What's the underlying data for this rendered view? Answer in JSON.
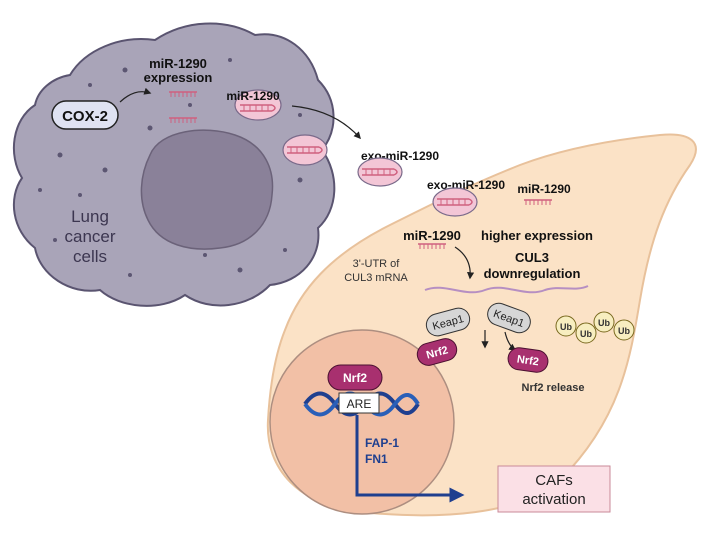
{
  "cancer_cell": {
    "label_line1": "Lung",
    "label_line2": "cancer",
    "label_line3": "cells",
    "cox2": "COX-2",
    "expression_line1": "miR-1290",
    "expression_line2": "expression",
    "vesicle_label": "miR-1290"
  },
  "exosome": {
    "outside_label": "exo-miR-1290",
    "inside_label": "exo-miR-1290",
    "free_mirna_label": "miR-1290"
  },
  "fibroblast": {
    "mirna_label": "miR-1290",
    "higher_expression": "higher expression",
    "utr_line1": "3'-UTR of",
    "utr_line2": "CUL3 mRNA",
    "cul3_line1": "CUL3",
    "cul3_line2": "downregulation",
    "keap1_left": "Keap1",
    "keap1_right": "Keap1",
    "nrf2_left": "Nrf2",
    "nrf2_right": "Nrf2",
    "nrf2_release": "Nrf2 release",
    "ub_labels": [
      "Ub",
      "Ub",
      "Ub",
      "Ub"
    ]
  },
  "nucleus": {
    "nrf2": "Nrf2",
    "are": "ARE",
    "gene_line1": "FAP-1",
    "gene_line2": "FN1"
  },
  "outcome": {
    "line1": "CAFs",
    "line2": "activation"
  },
  "colors": {
    "cancer_cell": "#a9a4b8",
    "cancer_nucleus": "#8a8199",
    "fibroblast": "#fbe2c6",
    "fibroblast_nucleus": "#f2c0a6",
    "nrf2": "#a8306f",
    "keap1": "#d6d6d6",
    "ub": "#f7eec0",
    "pathway_arrow": "#1f3f8f",
    "outcome_box": "#fbe0e6"
  }
}
